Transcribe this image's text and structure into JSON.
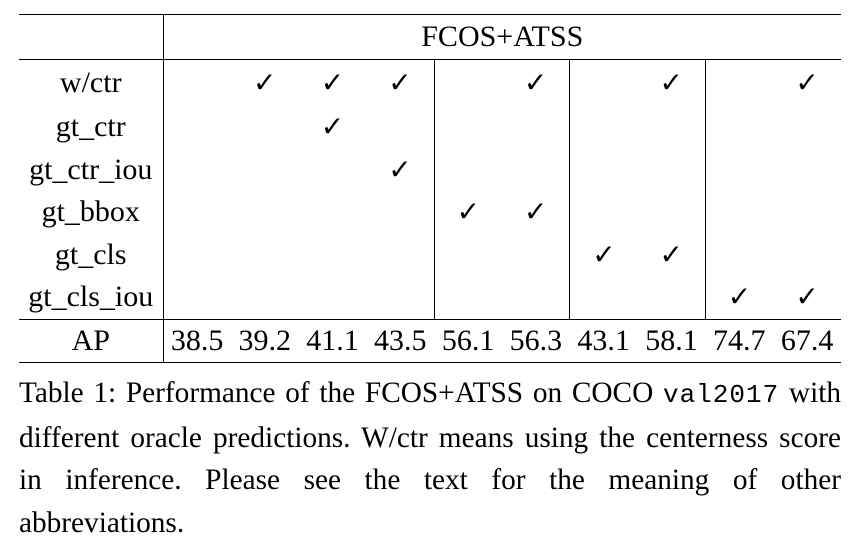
{
  "table": {
    "group_header": "FCOS+ATSS",
    "check_symbol": "✓",
    "rows": [
      {
        "label": "w/ctr",
        "checks": [
          false,
          true,
          true,
          true,
          false,
          true,
          false,
          true,
          false,
          true
        ]
      },
      {
        "label": "gt_ctr",
        "checks": [
          false,
          false,
          true,
          false,
          false,
          false,
          false,
          false,
          false,
          false
        ]
      },
      {
        "label": "gt_ctr_iou",
        "checks": [
          false,
          false,
          false,
          true,
          false,
          false,
          false,
          false,
          false,
          false
        ]
      },
      {
        "label": "gt_bbox",
        "checks": [
          false,
          false,
          false,
          false,
          true,
          true,
          false,
          false,
          false,
          false
        ]
      },
      {
        "label": "gt_cls",
        "checks": [
          false,
          false,
          false,
          false,
          false,
          false,
          true,
          true,
          false,
          false
        ]
      },
      {
        "label": "gt_cls_iou",
        "checks": [
          false,
          false,
          false,
          false,
          false,
          false,
          false,
          false,
          true,
          true
        ]
      }
    ],
    "ap_row": {
      "label": "AP",
      "values": [
        "38.5",
        "39.2",
        "41.1",
        "43.5",
        "56.1",
        "56.3",
        "43.1",
        "58.1",
        "74.7",
        "67.4"
      ],
      "bold_index": 8
    }
  },
  "caption": {
    "part1": "Table 1:  Performance of the FCOS+ATSS on COCO",
    "mono": "val2017",
    "part2": " with different oracle predictions.  W/ctr means using the centerness score in inference. Please see the text for the meaning of other abbreviations."
  }
}
